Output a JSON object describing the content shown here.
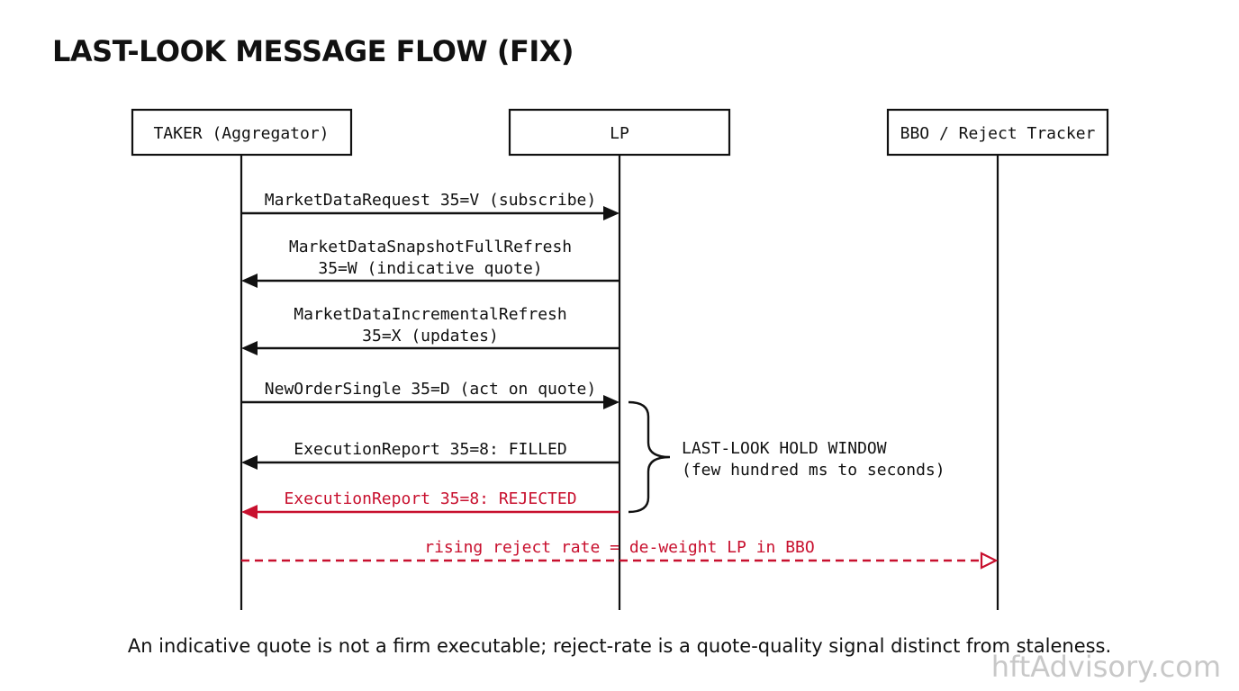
{
  "title": "LAST-LOOK MESSAGE FLOW (FIX)",
  "participants": {
    "taker": "TAKER (Aggregator)",
    "lp": "LP",
    "tracker": "BBO / Reject Tracker"
  },
  "messages": [
    {
      "lines": [
        "MarketDataRequest 35=V (subscribe)"
      ],
      "from": "taker",
      "to": "lp",
      "color": "#111111"
    },
    {
      "lines": [
        "MarketDataSnapshotFullRefresh",
        "35=W (indicative quote)"
      ],
      "from": "lp",
      "to": "taker",
      "color": "#111111"
    },
    {
      "lines": [
        "MarketDataIncrementalRefresh",
        "35=X (updates)"
      ],
      "from": "lp",
      "to": "taker",
      "color": "#111111"
    },
    {
      "lines": [
        "NewOrderSingle 35=D (act on quote)"
      ],
      "from": "taker",
      "to": "lp",
      "color": "#111111"
    },
    {
      "lines": [
        "ExecutionReport 35=8: FILLED"
      ],
      "from": "lp",
      "to": "taker",
      "color": "#111111"
    },
    {
      "lines": [
        "ExecutionReport 35=8: REJECTED"
      ],
      "from": "lp",
      "to": "taker",
      "color": "#c8102e"
    },
    {
      "lines": [
        "rising reject rate = de-weight LP in BBO"
      ],
      "from": "taker",
      "to": "tracker",
      "color": "#c8102e",
      "dashed": true
    }
  ],
  "hold_window": {
    "line1": "LAST-LOOK HOLD WINDOW",
    "line2": "(few hundred ms to seconds)"
  },
  "caption": "An indicative quote is not a firm executable; reject-rate is a quote-quality signal distinct from staleness.",
  "watermark": "hftAdvisory.com",
  "colors": {
    "ink": "#111111",
    "alert": "#c8102e"
  }
}
